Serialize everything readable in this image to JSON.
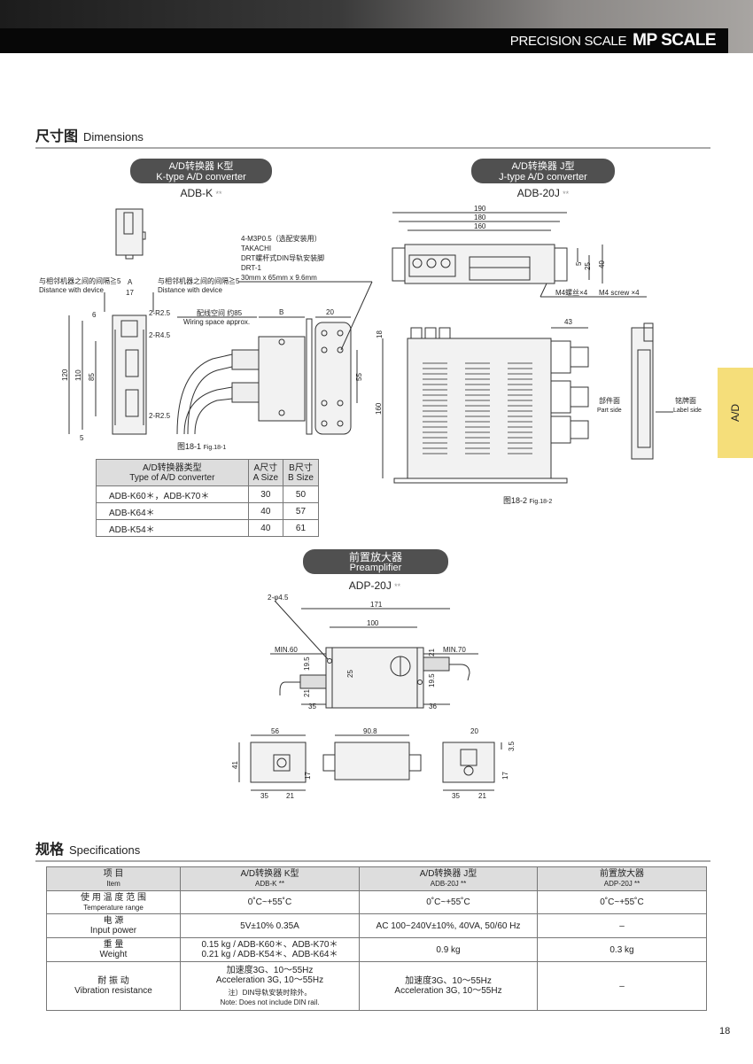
{
  "header": {
    "subtitle": "PRECISION SCALE",
    "title": "MP SCALE"
  },
  "dimensions": {
    "title_cn": "尺寸图",
    "title_en": "Dimensions"
  },
  "k_type": {
    "pill_cn": "A/D转换器 K型",
    "pill_en": "K-type A/D converter",
    "model": "ADB-K",
    "suffix": "**",
    "labels": {
      "rail_cn": "4-M3P0.5（选配安装用）",
      "rail_1": "TAKACHI",
      "rail_2": "DRT螺杆式DIN导轨安装脚",
      "rail_3": "DRT-1",
      "rail_4": "30mm x 65mm x 9.6mm",
      "gap_cn": "与相邻机器之间的间隔≧5",
      "gap_en": "Distance with device",
      "a": "A",
      "d17": "17",
      "d6": "6",
      "d120": "120",
      "d110": "110",
      "d85": "85",
      "d5": "5",
      "r1": "2-R2.5",
      "r2": "2-R4.5",
      "r3": "2-R2.5",
      "wire_cn": "配线空间 约85",
      "wire_en": "Wiring space approx.",
      "b": "B",
      "d20": "20",
      "d55": "55"
    },
    "fig_cn": "图18-1",
    "fig_en": "Fig.18-1"
  },
  "k_table": {
    "headers": [
      [
        "A/D转换器类型",
        "Type of A/D converter"
      ],
      [
        "A尺寸",
        "A Size"
      ],
      [
        "B尺寸",
        "B Size"
      ]
    ],
    "rows": [
      [
        "ADB-K60＊，ADB-K70＊",
        "30",
        "50"
      ],
      [
        "ADB-K64＊",
        "40",
        "57"
      ],
      [
        "ADB-K54＊",
        "40",
        "61"
      ]
    ]
  },
  "j_type": {
    "pill_cn": "A/D转换器 J型",
    "pill_en": "J-type A/D converter",
    "model": "ADB-20J",
    "suffix": "**",
    "labels": {
      "d190": "190",
      "d180": "180",
      "d160": "160",
      "d5": "5",
      "d25": "25",
      "d40": "40",
      "screw_cn": "M4螺丝×4",
      "screw_en": "M4 screw ×4",
      "d43": "43",
      "d18": "18",
      "d160v": "160",
      "part_cn": "部件面",
      "part_en": "Part side",
      "label_cn": "铭牌面",
      "label_en": "Label side"
    },
    "fig_cn": "图18-2",
    "fig_en": "Fig.18-2"
  },
  "preamp": {
    "pill_cn": "前置放大器",
    "pill_en": "Preamplifier",
    "model": "ADP-20J",
    "suffix": "**",
    "labels": {
      "hole": "2-φ4.5",
      "d171": "171",
      "d100": "100",
      "min60": "MIN.60",
      "min70": "MIN.70",
      "d21a": "21",
      "d195a": "19.5",
      "d25": "25",
      "d195b": "19.5",
      "d21b": "21",
      "d35": "35",
      "d36": "36",
      "b56": "56",
      "b41": "41",
      "b17": "17",
      "b35": "35",
      "b21": "21",
      "b908": "90.8",
      "c20": "20",
      "c35": "3.5",
      "c17": "17",
      "c35b": "35",
      "c21": "21"
    }
  },
  "specs": {
    "title_cn": "规格",
    "title_en": "Specifications",
    "headers": [
      [
        "项 目",
        "Item"
      ],
      [
        "A/D转换器 K型",
        "ADB-K **"
      ],
      [
        "A/D转换器 J型",
        "ADB-20J **"
      ],
      [
        "前置放大器",
        "ADP-20J **"
      ]
    ],
    "rows": [
      {
        "item_cn": "使 用 温 度 范 围",
        "item_en": "Temperature range",
        "k": "0˚C~+55˚C",
        "j": "0˚C~+55˚C",
        "p": "0˚C~+55˚C"
      },
      {
        "item_cn": "电 源",
        "item_en": "Input power",
        "k": "5V±10%  0.35A",
        "j": "AC 100~240V±10%, 40VA, 50/60 Hz",
        "p": "–"
      },
      {
        "item_cn": "重 量",
        "item_en": "Weight",
        "k": "0.15 kg / ADB-K60＊、ADB-K70＊",
        "k2": "0.21 kg / ADB-K54＊、ADB-K64＊",
        "j": "0.9 kg",
        "p": "0.3 kg"
      },
      {
        "item_cn": "耐 振 动",
        "item_en": "Vibration resistance",
        "k": "加速度3G、10～55Hz",
        "k2": "Acceleration 3G, 10～55Hz",
        "k3": "注）DIN导轨安装时除外。",
        "k4": "Note: Does not include DIN rail.",
        "j": "加速度3G、10～55Hz",
        "j2": "Acceleration 3G, 10～55Hz",
        "p": "–"
      }
    ]
  },
  "side_tab": "A/D",
  "page_number": "18"
}
